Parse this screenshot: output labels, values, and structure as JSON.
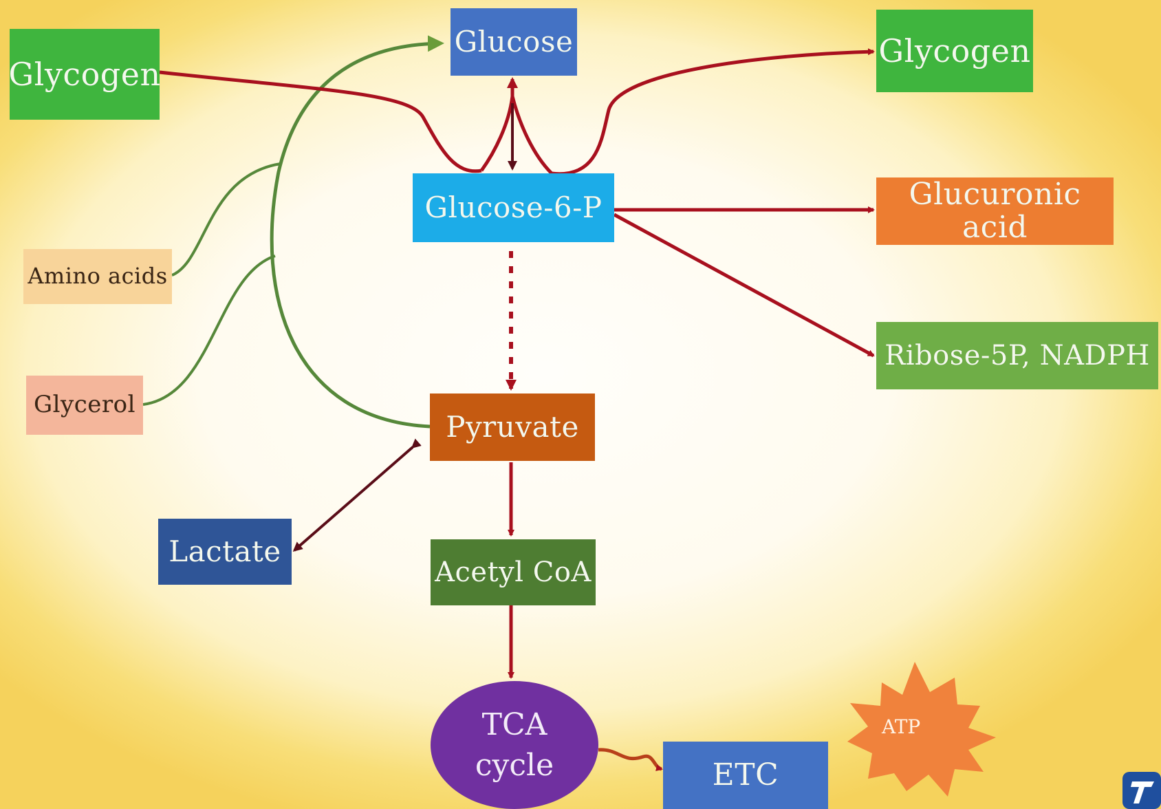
{
  "nodes": {
    "glycogen_source": "Glycogen",
    "glucose": "Glucose",
    "glycogen_product": "Glycogen",
    "glucose_6_p": "Glucose-6-P",
    "glucuronic_acid": "Glucuronic acid",
    "amino_acids": "Amino acids",
    "ribose_nadph": "Ribose-5P, NADPH",
    "glycerol": "Glycerol",
    "pyruvate": "Pyruvate",
    "lactate": "Lactate",
    "acetyl_coa": "Acetyl CoA",
    "tca_line1": "TCA",
    "tca_line2": "cycle",
    "etc": "ETC",
    "atp": "ATP"
  },
  "colors": {
    "green_box": "#3fb53e",
    "blue_box": "#4472c4",
    "cyan_box": "#1cace8",
    "orange_box": "#ed7d31",
    "brown_box": "#c55a11",
    "navy_box": "#2f5597",
    "dark_green_box": "#4e7d32",
    "ribose_green": "#6fae47",
    "tan_box": "#f8d49a",
    "salmon_box": "#f4b69b",
    "purple": "#7030a0",
    "atp_star": "#f0823c",
    "red_arrow": "#a8101e",
    "green_arrow": "#4f7f2f"
  }
}
